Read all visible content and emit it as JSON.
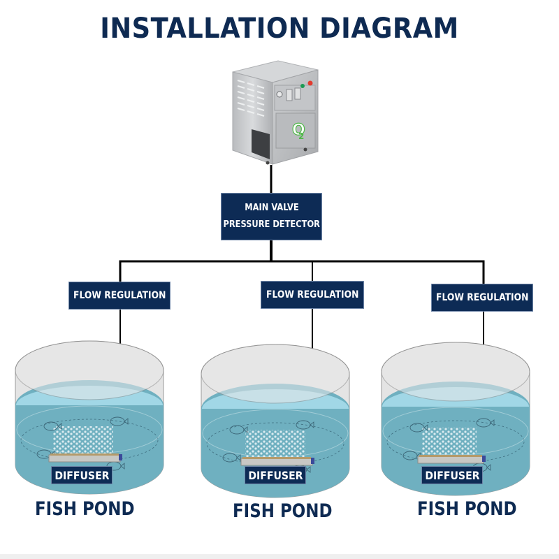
{
  "title": "INSTALLATION DIAGRAM",
  "machine": {
    "name": "oxygen-generator",
    "logo_text": "O",
    "logo_subscript": "2",
    "colors": {
      "logo_green": "#4fb848",
      "button_green": "#1a9a52",
      "button_red": "#e23a2e",
      "body": "#c9cbcd"
    }
  },
  "main_valve": {
    "line1": "MAIN VALVE",
    "line2": "PRESSURE DETECTOR"
  },
  "branches": [
    {
      "flow_label": "FLOW REGULATION",
      "diffuser_label": "DIFFUSER",
      "pond_label": "FISH POND"
    },
    {
      "flow_label": "FLOW REGULATION",
      "diffuser_label": "DIFFUSER",
      "pond_label": "FISH POND"
    },
    {
      "flow_label": "FLOW REGULATION",
      "diffuser_label": "DIFFUSER",
      "pond_label": "FISH POND"
    }
  ],
  "colors": {
    "label_navy": "#0d2b55",
    "title_navy": "#0e2a52",
    "water": "#6fb0c0",
    "water_surface": "#a6dcea",
    "tank_glass": "#e4e4e4",
    "pipe": "#000000"
  }
}
